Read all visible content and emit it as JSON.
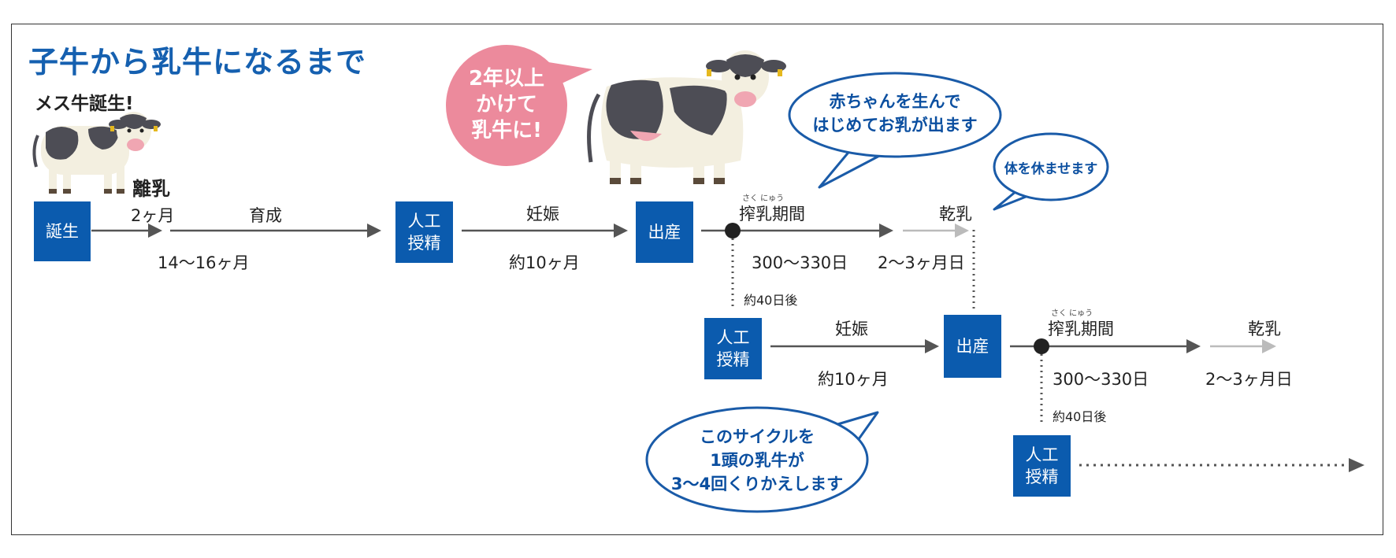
{
  "title": "子牛から乳牛になるまで",
  "birth_caption": "メス牛誕生!",
  "weaning": "離乳",
  "two_months": "2ヶ月",
  "rearing": "育成",
  "months_14_16": "14〜16ヶ月",
  "pregnancy_label": "妊娠",
  "about_10_months": "約10ヶ月",
  "milking_period": "搾乳期間",
  "milking_ruby": "さく にゅう",
  "dry_period": "乾乳",
  "days_300_330": "300〜330日",
  "dry_months": "2〜3ヶ月日",
  "about_40_days": "約40日後",
  "boxes": {
    "birth": "誕生",
    "ai_line1": "人工",
    "ai_line2": "授精",
    "calving": "出産"
  },
  "pink_bubble": [
    "2年以上",
    "かけて",
    "乳牛に!"
  ],
  "bubble_milk": [
    "赤ちゃんを生んで",
    "はじめてお乳が出ます"
  ],
  "bubble_rest": "体を休ませます",
  "bubble_cycle": [
    "このサイクルを",
    "1頭の乳牛が",
    "3〜4回くりかえします"
  ],
  "colors": {
    "brand_blue": "#0b5bae",
    "title_blue": "#1560b0",
    "bubble_pink": "#ec8a9c",
    "arrow_dark": "#555555",
    "arrow_light": "#bbbbbb"
  }
}
